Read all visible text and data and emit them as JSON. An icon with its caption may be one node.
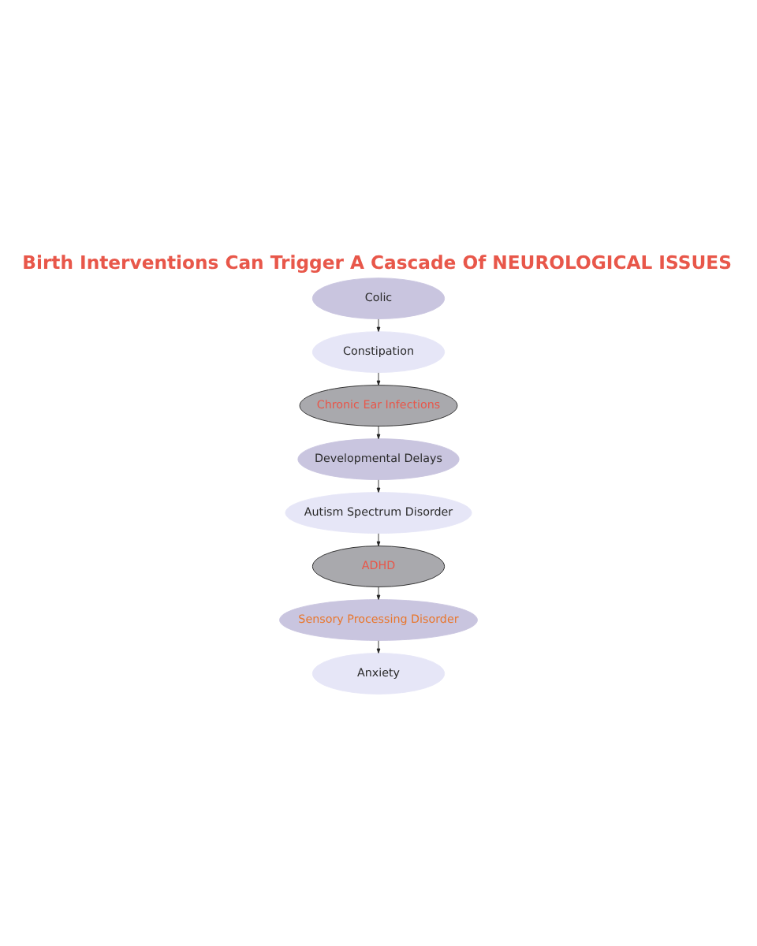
{
  "diagram": {
    "title": "Birth Interventions Can Trigger A Cascade Of NEUROLOGICAL ISSUES",
    "nodes": [
      {
        "text": [
          "Colic"
        ]
      },
      {
        "text": [
          "Constipation"
        ]
      },
      {
        "text": [
          "Chronic Ear Infections"
        ]
      },
      {
        "text": [
          "Developmental Delays"
        ]
      },
      {
        "text": [
          "Autism Spectrum Disorder"
        ]
      },
      {
        "text": [
          "ADHD"
        ]
      },
      {
        "text": [
          "Sensory Processing Disorder"
        ]
      },
      {
        "text": [
          "Anxiety"
        ]
      }
    ],
    "edges": [
      {
        "from": 0,
        "to": 1,
        "arrow": "to"
      },
      {
        "from": 1,
        "to": 2,
        "arrow": "to"
      },
      {
        "from": 2,
        "to": 3,
        "arrow": "to"
      },
      {
        "from": 3,
        "to": 4,
        "arrow": "to"
      },
      {
        "from": 4,
        "to": 5,
        "arrow": "to"
      },
      {
        "from": 5,
        "to": 6,
        "arrow": "to"
      },
      {
        "from": 6,
        "to": 7,
        "arrow": "to"
      }
    ]
  }
}
